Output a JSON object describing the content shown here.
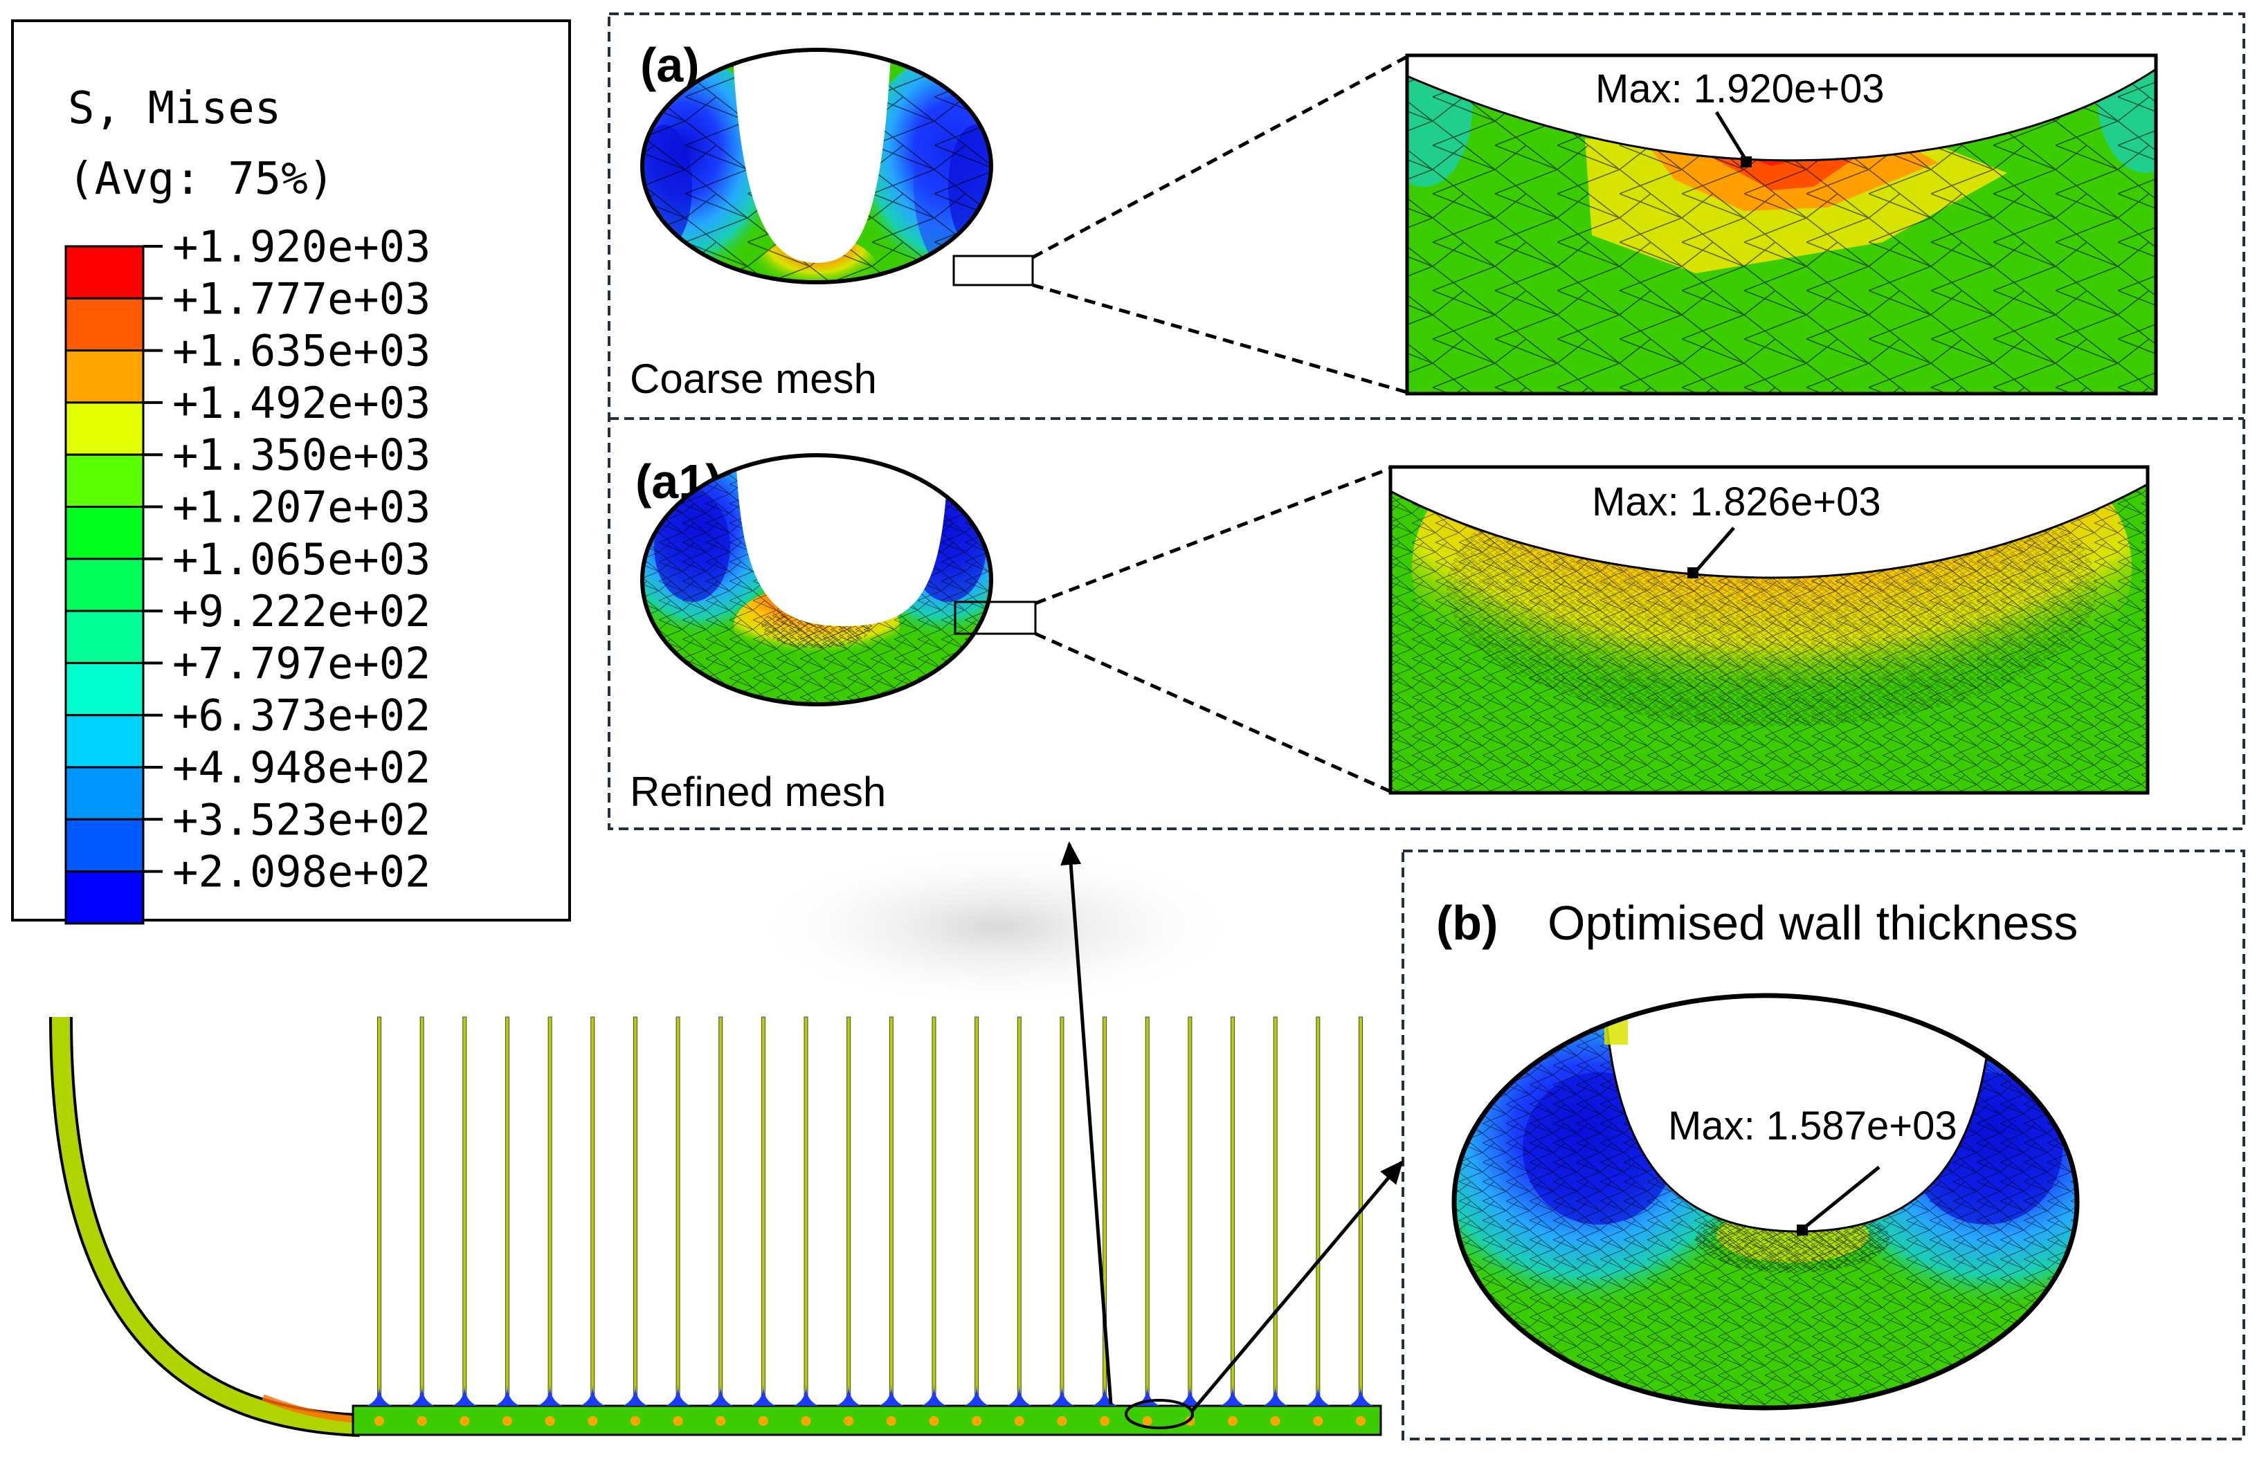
{
  "legend": {
    "title_line1": "S, Mises",
    "title_line2": "(Avg: 75%)",
    "colors": [
      "#ff0000",
      "#ff5a00",
      "#ffa500",
      "#e4ff00",
      "#5aff00",
      "#00ff1e",
      "#00ff5a",
      "#00ff96",
      "#00ffcf",
      "#00d2ff",
      "#0096ff",
      "#005aff",
      "#0000ff"
    ],
    "ticks": [
      "+1.920e+03",
      "+1.777e+03",
      "+1.635e+03",
      "+1.492e+03",
      "+1.350e+03",
      "+1.207e+03",
      "+1.065e+03",
      "+9.222e+02",
      "+7.797e+02",
      "+6.373e+02",
      "+4.948e+02",
      "+3.523e+02",
      "+2.098e+02"
    ]
  },
  "panel_a": {
    "label": "(a)",
    "caption": "Coarse mesh",
    "max_annotation": "Max: 1.920e+03"
  },
  "panel_a1": {
    "label": "(a1)",
    "caption": "Refined mesh",
    "max_annotation": "Max: 1.826e+03"
  },
  "panel_b": {
    "label": "(b)",
    "title": "Optimised wall  thickness",
    "max_annotation": "Max: 1.587e+03"
  },
  "fin_count": 24,
  "colors": {
    "red": "#ff1a00",
    "orange": "#ff7a00",
    "yellow": "#d8e400",
    "green": "#2fc300",
    "bright_green": "#3ccd00",
    "cyan": "#1ad0b0",
    "light_blue": "#26a8ff",
    "blue": "#1a3cff",
    "dark_blue": "#0a10d8",
    "border": "#000000",
    "frame_dash": "#203040"
  }
}
